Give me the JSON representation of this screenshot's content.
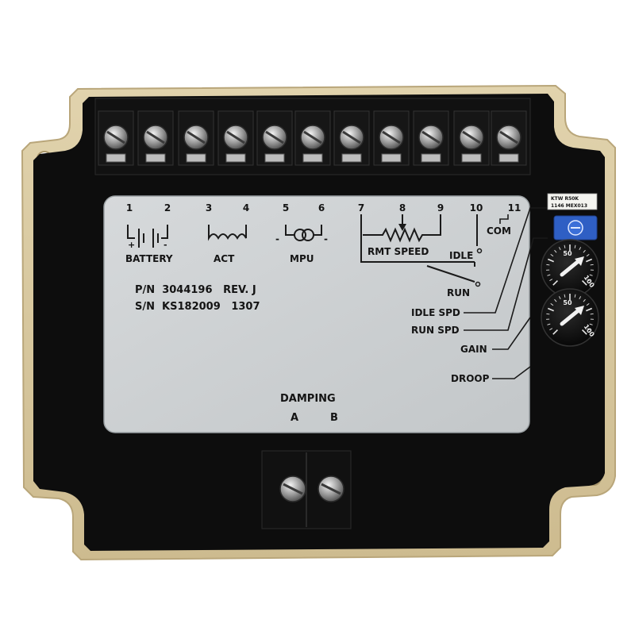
{
  "terminals": [
    {
      "number": "1"
    },
    {
      "number": "2"
    },
    {
      "number": "3"
    },
    {
      "number": "4"
    },
    {
      "number": "5"
    },
    {
      "number": "6"
    },
    {
      "number": "7"
    },
    {
      "number": "8"
    },
    {
      "number": "9"
    },
    {
      "number": "10"
    },
    {
      "number": "11"
    }
  ],
  "labels": {
    "battery": "BATTERY",
    "act": "ACT",
    "mpu": "MPU",
    "rmt_speed": "RMT SPEED",
    "idle": "IDLE",
    "com": "COM",
    "run": "RUN",
    "idle_spd": "IDLE SPD",
    "run_spd": "RUN SPD",
    "gain": "GAIN",
    "droop": "DROOP",
    "damping": "DAMPING",
    "damping_a": "A",
    "damping_b": "B",
    "battery_plus": "+",
    "battery_minus": "-",
    "mpu_minus": "-",
    "mpu_plus": "-"
  },
  "identity": {
    "pn": "P/N  3044196   REV. J",
    "sn": "S/N  KS182009   1307"
  },
  "potentiometers": [
    {
      "name": "gain",
      "min_label": "50",
      "max_label": "100"
    },
    {
      "name": "droop",
      "min_label": "50",
      "max_label": "100"
    }
  ],
  "component_label": [
    "KTW R50K",
    "1146 MEX013"
  ],
  "colors": {
    "housing": "#d8c8a0",
    "body": "#0d0d0d",
    "label_panel": "#cdd1d3",
    "trimmer": "#2f5fc4"
  }
}
